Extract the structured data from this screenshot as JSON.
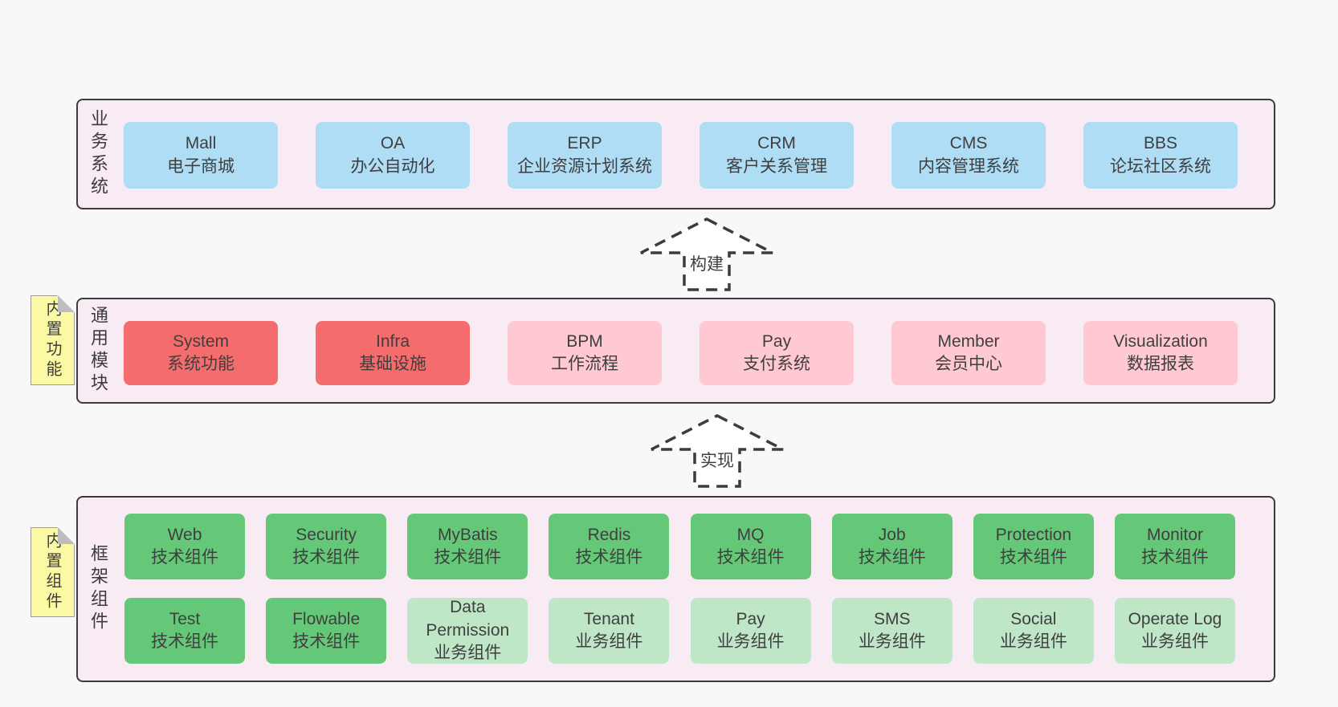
{
  "colors": {
    "page": "#f8f8f8",
    "panel": "#f8ebf4",
    "border": "#3c3c3c",
    "blue": "#aeddf5",
    "red": "#f56c6c",
    "pink": "#ffc9d2",
    "green": "#64c878",
    "lgreen": "#c0e6c8",
    "yellow": "#fbf9a3",
    "text": "#3f3f3f",
    "fold": "#bdbdbd"
  },
  "layers": [
    {
      "side_label": "业务系统",
      "boxes": [
        {
          "title": "Mall",
          "subtitle": "电子商城"
        },
        {
          "title": "OA",
          "subtitle": "办公自动化"
        },
        {
          "title": "ERP",
          "subtitle": "企业资源计划系统"
        },
        {
          "title": "CRM",
          "subtitle": "客户关系管理"
        },
        {
          "title": "CMS",
          "subtitle": "内容管理系统"
        },
        {
          "title": "BBS",
          "subtitle": "论坛社区系统"
        }
      ]
    },
    {
      "sticky": "内置功能",
      "side_label": "通用模块",
      "boxes": [
        {
          "title": "System",
          "subtitle": "系统功能"
        },
        {
          "title": "Infra",
          "subtitle": "基础设施"
        },
        {
          "title": "BPM",
          "subtitle": "工作流程"
        },
        {
          "title": "Pay",
          "subtitle": "支付系统"
        },
        {
          "title": "Member",
          "subtitle": "会员中心"
        },
        {
          "title": "Visualization",
          "subtitle": "数据报表"
        }
      ]
    },
    {
      "sticky": "内置组件",
      "side_label": "框架组件",
      "rows": [
        [
          {
            "title": "Web",
            "subtitle": "技术组件"
          },
          {
            "title": "Security",
            "subtitle": "技术组件"
          },
          {
            "title": "MyBatis",
            "subtitle": "技术组件"
          },
          {
            "title": "Redis",
            "subtitle": "技术组件"
          },
          {
            "title": "MQ",
            "subtitle": "技术组件"
          },
          {
            "title": "Job",
            "subtitle": "技术组件"
          },
          {
            "title": "Protection",
            "subtitle": "技术组件"
          },
          {
            "title": "Monitor",
            "subtitle": "技术组件"
          }
        ],
        [
          {
            "title": "Test",
            "subtitle": "技术组件"
          },
          {
            "title": "Flowable",
            "subtitle": "技术组件"
          },
          {
            "title": "Data Permission",
            "subtitle": "业务组件"
          },
          {
            "title": "Tenant",
            "subtitle": "业务组件"
          },
          {
            "title": "Pay",
            "subtitle": "业务组件"
          },
          {
            "title": "SMS",
            "subtitle": "业务组件"
          },
          {
            "title": "Social",
            "subtitle": "业务组件"
          },
          {
            "title": "Operate Log",
            "subtitle": "业务组件"
          }
        ]
      ]
    }
  ],
  "arrows": [
    {
      "label": "构建"
    },
    {
      "label": "实现"
    }
  ]
}
